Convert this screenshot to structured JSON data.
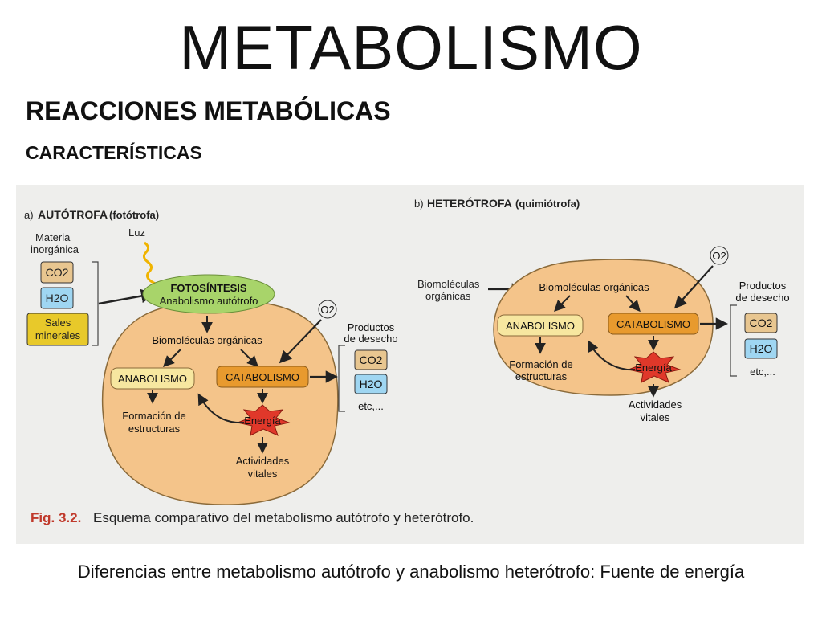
{
  "slide": {
    "title": "METABOLISMO",
    "subtitle": "REACCIONES METABÓLICAS",
    "section": "CARACTERÍSTICAS",
    "footer": "Diferencias entre metabolismo autótrofo y anabolismo heterótrofo: Fuente de energía"
  },
  "figure": {
    "caption_label": "Fig. 3.2.",
    "caption_text": "Esquema comparativo del metabolismo autótrofo y heterótrofo.",
    "autotrofo": {
      "heading_prefix": "a)",
      "heading": "AUTÓTROFA",
      "heading_sub": "(fotótrofa)",
      "inputs_label_1": "Materia",
      "inputs_label_2": "inorgánica",
      "co2": "CO2",
      "h2o": "H2O",
      "sales_1": "Sales",
      "sales_2": "minerales",
      "luz": "Luz",
      "fotosintesis": "FOTOSÍNTESIS",
      "anabolismo_autotrofo": "Anabolismo autótrofo",
      "biomoleculas": "Biomoléculas orgánicas",
      "anabolismo": "ANABOLISMO",
      "catabolismo": "CATABOLISMO",
      "energia": "Energía",
      "formacion_1": "Formación de",
      "formacion_2": "estructuras",
      "actividades_1": "Actividades",
      "actividades_2": "vitales",
      "o2": "O2",
      "productos_1": "Productos",
      "productos_2": "de desecho",
      "out_co2": "CO2",
      "out_h2o": "H2O",
      "etc": "etc,..."
    },
    "heterotrofo": {
      "heading_prefix": "b)",
      "heading": "HETERÓTROFA",
      "heading_sub": "(quimiótrofa)",
      "input_1": "Biomoléculas",
      "input_2": "orgánicas",
      "biomoleculas": "Biomoléculas orgánicas",
      "anabolismo": "ANABOLISMO",
      "catabolismo": "CATABOLISMO",
      "energia": "Energía",
      "formacion_1": "Formación de",
      "formacion_2": "estructuras",
      "actividades_1": "Actividades",
      "actividades_2": "vitales",
      "o2": "O2",
      "productos_1": "Productos",
      "productos_2": "de desecho",
      "out_co2": "CO2",
      "out_h2o": "H2O",
      "etc": "etc,..."
    },
    "colors": {
      "cell": "#f4c48a",
      "cell_stroke": "#8a6a3a",
      "fotosintesis": "#a8d46a",
      "anabolismo": "#f7e7a0",
      "catabolismo": "#e89a2e",
      "energia": "#e0382a",
      "co2_box": "#e8c690",
      "h2o_box": "#9fd6f2",
      "sales_box": "#e8c92a",
      "light": "#f0b400"
    }
  }
}
